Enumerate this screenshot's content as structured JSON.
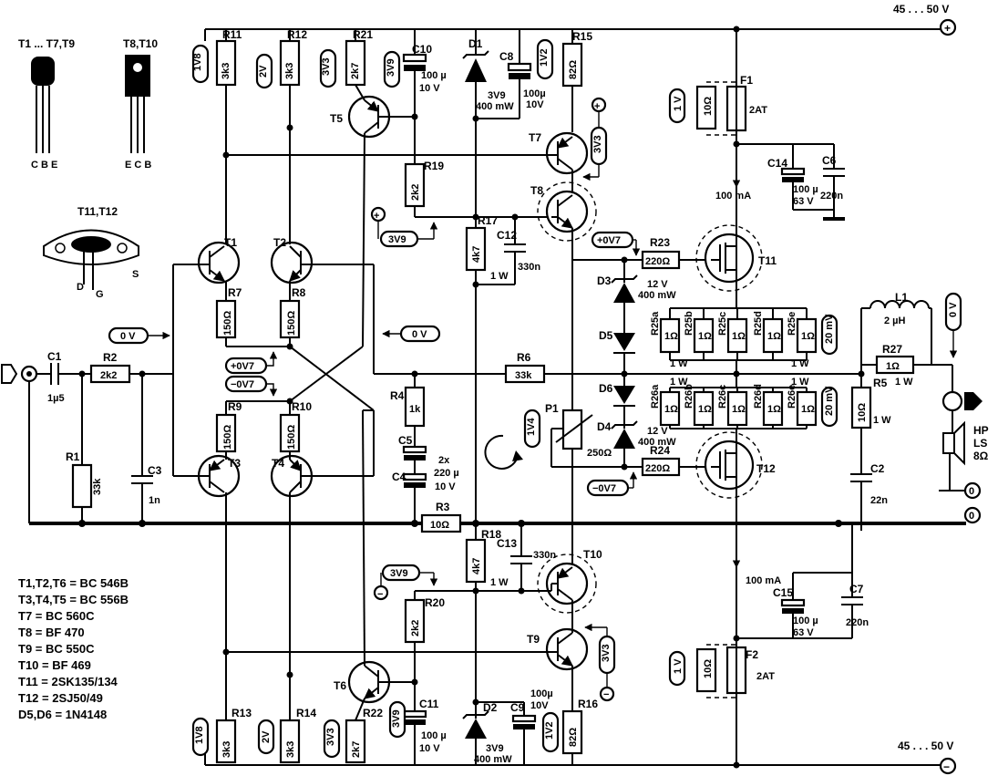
{
  "supply": {
    "positive": "45 . . . 50 V",
    "negative": "45 . . . 50 V",
    "plus": "+",
    "minus": "−"
  },
  "packages": {
    "to92": "T1 ... T7,T9",
    "to92_pins": "C B E",
    "to126": "T8,T10",
    "to126_pins": "E C B",
    "to3": "T11,T12",
    "to3_d": "D",
    "to3_g": "G",
    "to3_s": "S"
  },
  "resistors": {
    "R11": {
      "name": "R11",
      "value": "3k3"
    },
    "R12": {
      "name": "R12",
      "value": "3k3"
    },
    "R21": {
      "name": "R21",
      "value": "2k7"
    },
    "R15": {
      "name": "R15",
      "value": "82Ω"
    },
    "R13": {
      "name": "R13",
      "value": "3k3"
    },
    "R14": {
      "name": "R14",
      "value": "3k3"
    },
    "R22": {
      "name": "R22",
      "value": "2k7"
    },
    "R16": {
      "name": "R16",
      "value": "82Ω"
    },
    "R7": {
      "name": "R7",
      "value": "150Ω"
    },
    "R8": {
      "name": "R8",
      "value": "150Ω"
    },
    "R9": {
      "name": "R9",
      "value": "150Ω"
    },
    "R10": {
      "name": "R10",
      "value": "150Ω"
    },
    "R19": {
      "name": "R19",
      "value": "2k2"
    },
    "R20": {
      "name": "R20",
      "value": "2k2"
    },
    "R17": {
      "name": "R17",
      "value": "4k7",
      "power": "1 W"
    },
    "R18": {
      "name": "R18",
      "value": "4k7",
      "power": "1 W"
    },
    "R2": {
      "name": "R2",
      "value": "2k2"
    },
    "R1": {
      "name": "R1",
      "value": "33k"
    },
    "R4": {
      "name": "R4",
      "value": "1k"
    },
    "R3": {
      "name": "R3",
      "value": "10Ω"
    },
    "R6": {
      "name": "R6",
      "value": "33k"
    },
    "R23": {
      "name": "R23",
      "value": "220Ω"
    },
    "R24": {
      "name": "R24",
      "value": "220Ω"
    },
    "R27": {
      "name": "R27",
      "value": "1Ω",
      "power": "1 W"
    },
    "R5": {
      "name": "R5",
      "value": "10Ω",
      "power": "1 W"
    },
    "R25": [
      {
        "name": "R25a",
        "value": "1Ω"
      },
      {
        "name": "R25b",
        "value": "1Ω"
      },
      {
        "name": "R25c",
        "value": "1Ω"
      },
      {
        "name": "R25d",
        "value": "1Ω"
      },
      {
        "name": "R25e",
        "value": "1Ω"
      }
    ],
    "R26": [
      {
        "name": "R26a",
        "value": "1Ω"
      },
      {
        "name": "R26b",
        "value": "1Ω"
      },
      {
        "name": "R26c",
        "value": "1Ω"
      },
      {
        "name": "R26d",
        "value": "1Ω"
      },
      {
        "name": "R26e",
        "value": "1Ω"
      }
    ],
    "R25_power": "1 W",
    "R26_power": "1 W",
    "F1_shunt": "10Ω",
    "F2_shunt": "10Ω",
    "P1": {
      "name": "P1",
      "value": "250Ω"
    }
  },
  "capacitors": {
    "C1": {
      "name": "C1",
      "value": "1µ5"
    },
    "C3": {
      "name": "C3",
      "value": "1n"
    },
    "C2": {
      "name": "C2",
      "value": "22n"
    },
    "C10": {
      "name": "C10",
      "value": "100 µ",
      "volt": "10 V"
    },
    "C11": {
      "name": "C11",
      "value": "100 µ",
      "volt": "10 V"
    },
    "C8": {
      "name": "C8",
      "value": "100µ",
      "volt": "10V"
    },
    "C9": {
      "name": "C9",
      "value": "100µ",
      "volt": "10V"
    },
    "C12": {
      "name": "C12",
      "value": "330n"
    },
    "C13": {
      "name": "C13",
      "value": "330n"
    },
    "C4": {
      "name": "C4"
    },
    "C5": {
      "name": "C5"
    },
    "C45_value": "2x",
    "C45_value2": "220 µ",
    "C45_volt": "10 V",
    "C14": {
      "name": "C14",
      "value": "100 µ",
      "volt": "63 V"
    },
    "C15": {
      "name": "C15",
      "value": "100 µ",
      "volt": "63 V"
    },
    "C6": {
      "name": "C6",
      "value": "220n"
    },
    "C7": {
      "name": "C7",
      "value": "220n"
    }
  },
  "diodes": {
    "D1": {
      "name": "D1",
      "value": "3V9",
      "power": "400 mW"
    },
    "D2": {
      "name": "D2",
      "value": "3V9",
      "power": "400 mW"
    },
    "D3": {
      "name": "D3",
      "value": "12 V",
      "power": "400 mW"
    },
    "D4": {
      "name": "D4",
      "value": "12 V",
      "power": "400 mW"
    },
    "D5": {
      "name": "D5"
    },
    "D6": {
      "name": "D6"
    }
  },
  "transistors": [
    "T1",
    "T2",
    "T3",
    "T4",
    "T5",
    "T6",
    "T7",
    "T8",
    "T9",
    "T10",
    "T11",
    "T12"
  ],
  "fuses": {
    "F1": {
      "name": "F1",
      "value": "2AT"
    },
    "F2": {
      "name": "F2",
      "value": "2AT"
    }
  },
  "inductor": {
    "name": "L1",
    "value": "2 µH"
  },
  "speaker": {
    "l1": "HP",
    "l2": "LS",
    "l3": "8Ω"
  },
  "ground": "0",
  "voltages": {
    "v1v8a": "1V8",
    "v2va": "2V",
    "v3v3a": "3V3",
    "v3v9a": "3V9",
    "v1v2a": "1V2",
    "v1v8b": "1V8",
    "v2vb": "2V",
    "v3v3b": "3V3",
    "v3v9b": "3V9",
    "v1v2b": "1V2",
    "v3v3c": "3V3",
    "v3v3d": "3V3",
    "v3v9c": "3V9",
    "v3v9d": "3V9",
    "p07a": "+0V7",
    "m07a": "−0V7",
    "p07b": "+0V7",
    "m07b": "−0V7",
    "v0a": "0 V",
    "v0b": "0 V",
    "v0c": "0 V",
    "v1va": "1 V",
    "v1vb": "1 V",
    "v1v4": "1V4",
    "mv20a": "20 mV",
    "mv20b": "20 mV",
    "ma100a": "100 mA",
    "ma100b": "100 mA"
  },
  "legend": [
    "T1,T2,T6 = BC 546B",
    "T3,T4,T5 = BC 556B",
    "T7 = BC 560C",
    "T8 = BF 470",
    "T9 = BC 550C",
    "T10 = BF 469",
    "T11 = 2SK135/134",
    "T12 = 2SJ50/49",
    "D5,D6 = 1N4148"
  ]
}
